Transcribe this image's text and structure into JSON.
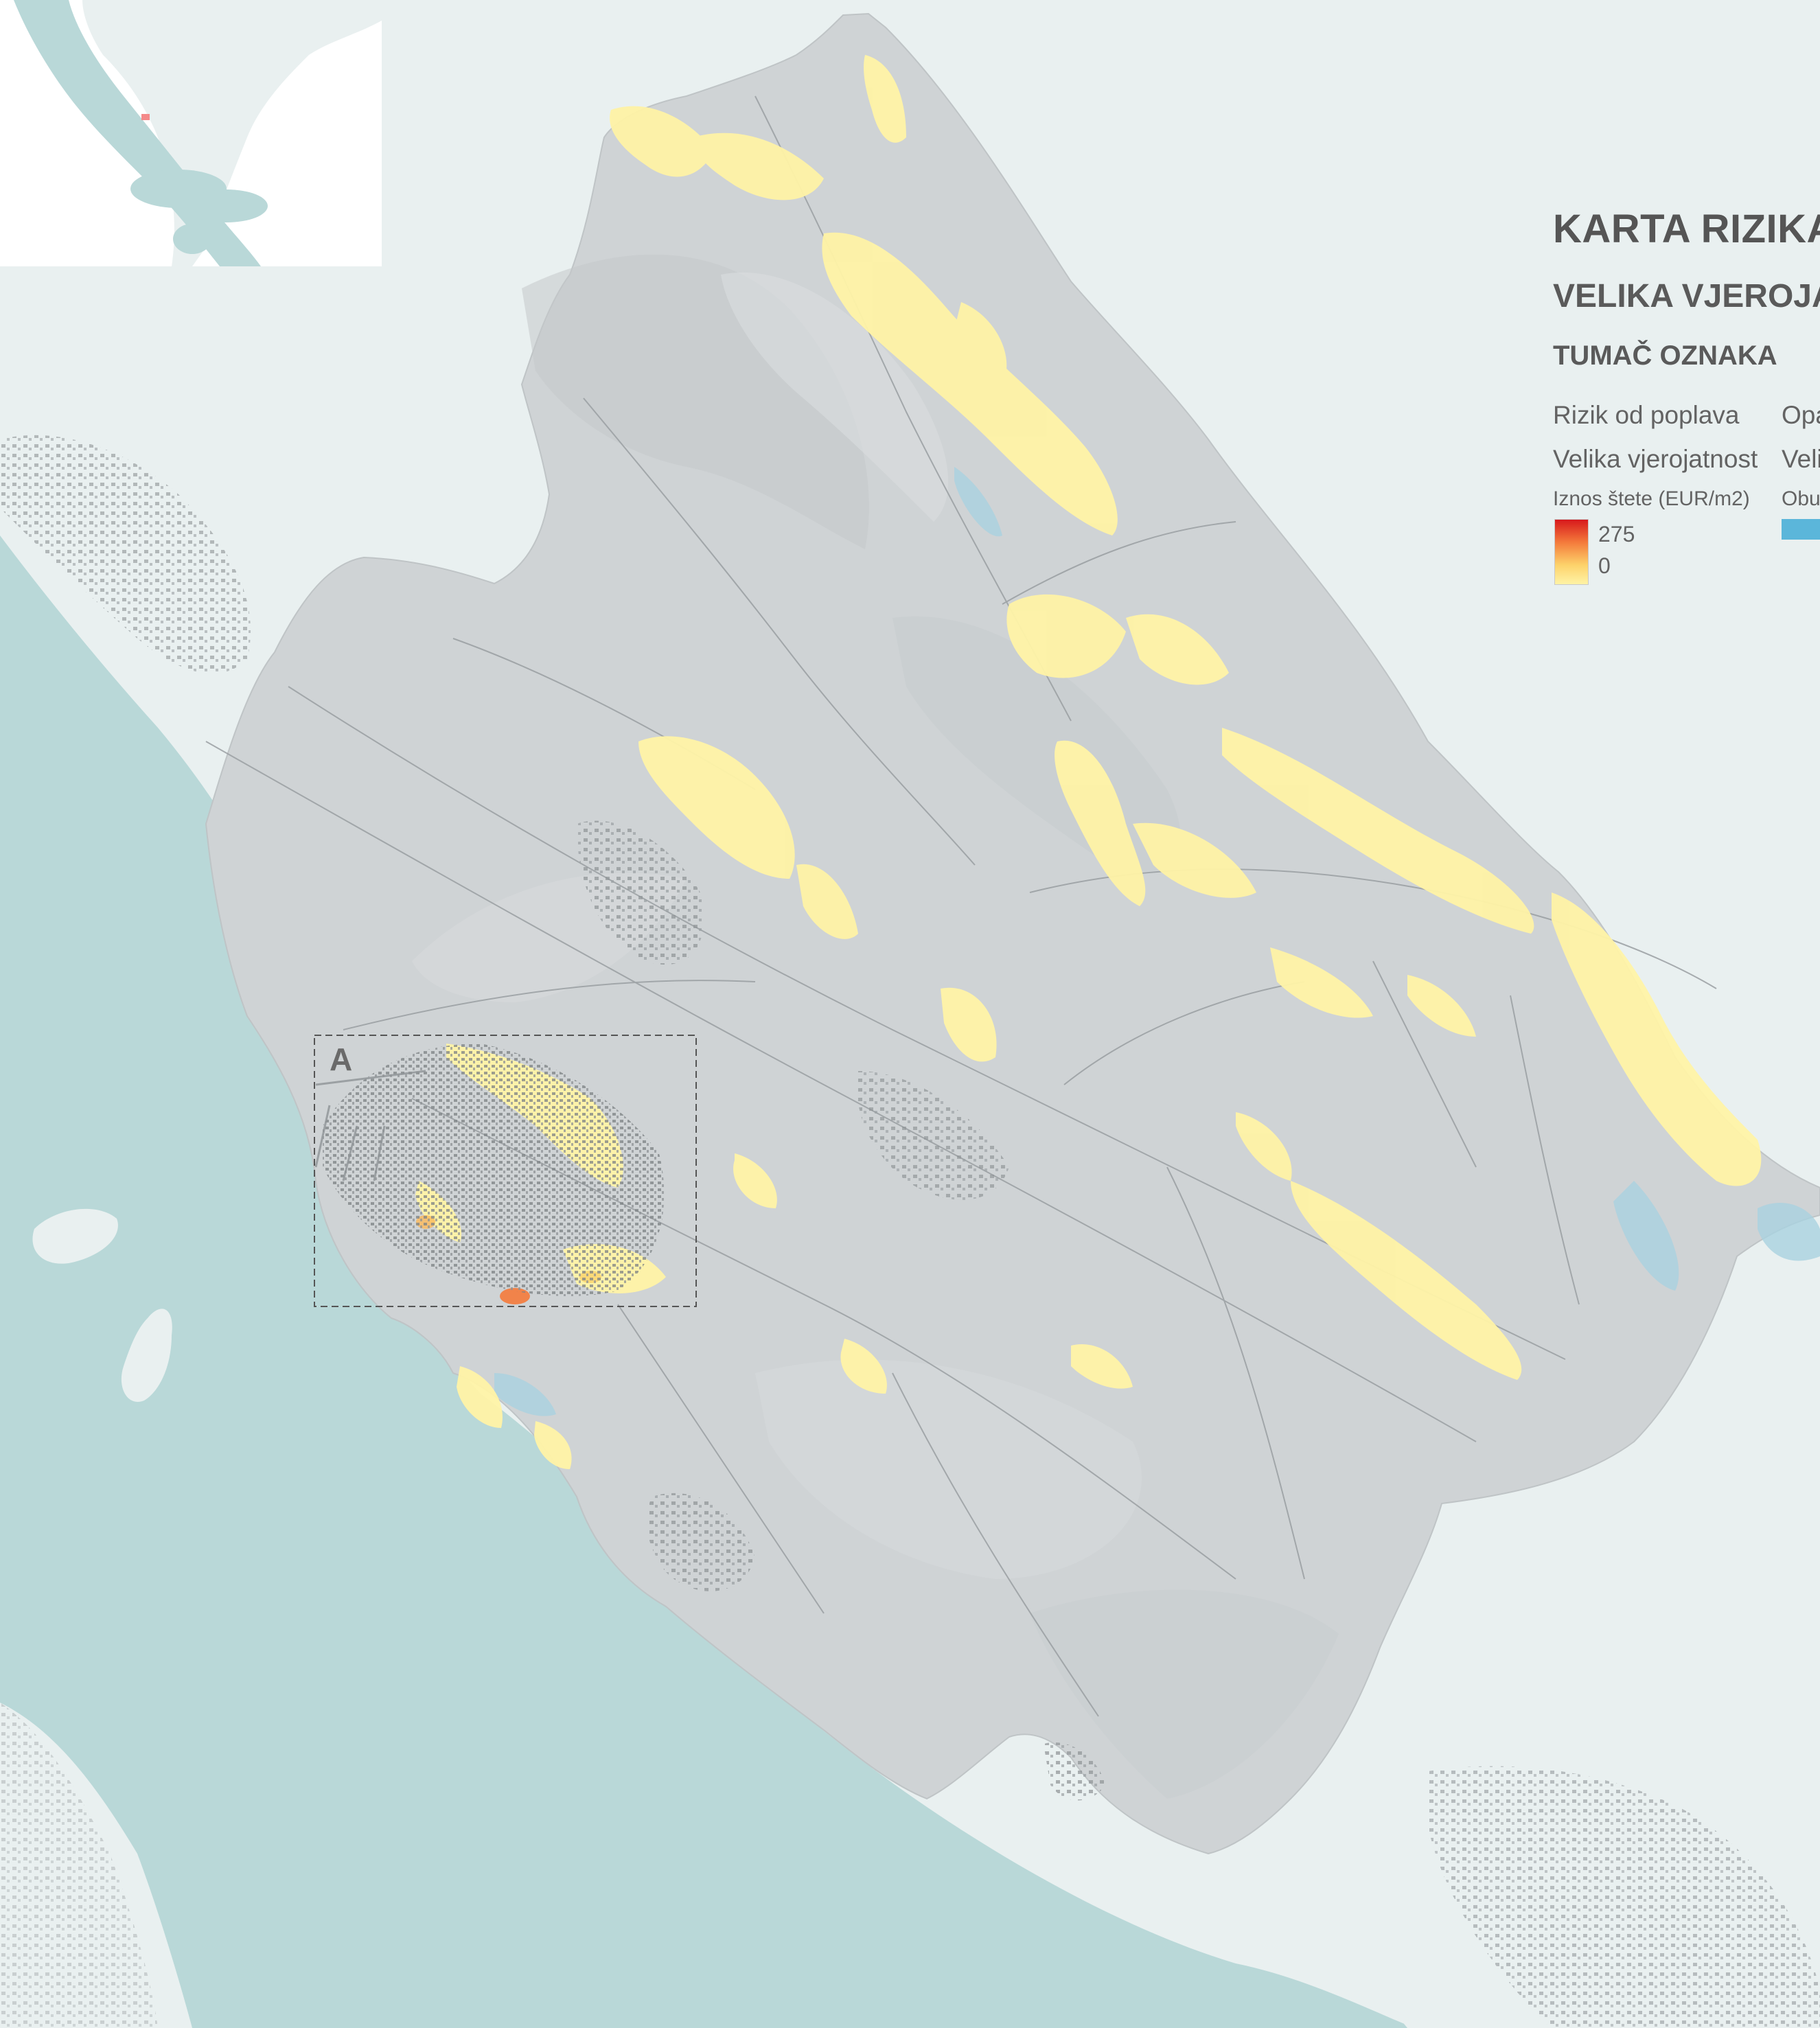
{
  "legend": {
    "title": "KARTA RIZIKA",
    "subtitle": "VELIKA VJEROJA",
    "section": "TUMAČ OZNAKA",
    "col1_heading": "Rizik od poplava",
    "col2_heading": "Opa",
    "col1_row2": "Velika vjerojatnost",
    "col2_row2": "Veli",
    "col1_row3": "Iznos štete (EUR/m2)",
    "col2_row3": "Obu",
    "ramp_max": "275",
    "ramp_min": "0"
  },
  "map": {
    "detail_box_label": "A"
  },
  "colors": {
    "sea": "#b9d8d8",
    "land_outside": "#e9f0f0",
    "municipality": "#cfd3d5",
    "risk_low": "#fff3a6",
    "risk_high": "#d7191c",
    "flood_extent": "#5bb6da"
  }
}
